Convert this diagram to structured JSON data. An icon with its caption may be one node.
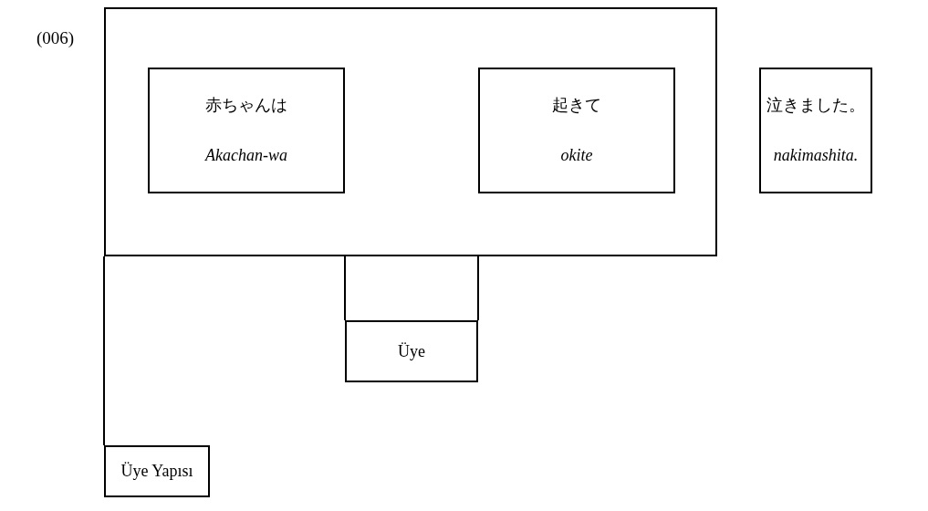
{
  "diagram": {
    "nodes": [
      {
        "text": [],
        "shape": "box"
      },
      {
        "text": [
          "赤ちゃんは",
          "Akachan-wa"
        ],
        "in": 0
      },
      {
        "text": [
          "起きて",
          "okite"
        ],
        "in": 0
      },
      {
        "text": [
          "泣きました。",
          "nakimashita."
        ]
      },
      {
        "text": [
          "Üye"
        ]
      },
      {
        "text": [
          "Üye Yapısı"
        ]
      }
    ],
    "edges": [
      {
        "from": 1,
        "to": 4,
        "arrow": "none"
      },
      {
        "from": 2,
        "to": 4,
        "arrow": "none"
      },
      {
        "from": 0,
        "to": 5,
        "arrow": "none"
      }
    ],
    "labels": [
      "(006)"
    ]
  }
}
